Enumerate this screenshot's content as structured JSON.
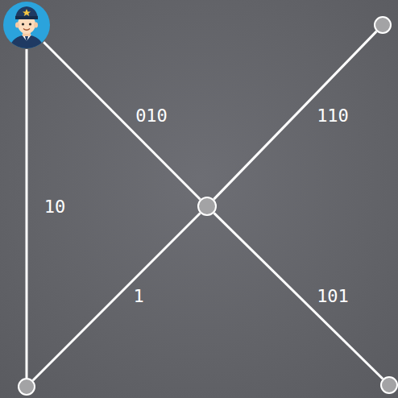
{
  "diagram": {
    "nodes": [
      {
        "text": []
      },
      {
        "text": []
      },
      {
        "text": []
      },
      {
        "text": []
      },
      {
        "text": []
      }
    ],
    "edges": [
      {
        "from": 0,
        "to": 3,
        "label": "10",
        "arrow": "none"
      },
      {
        "from": 0,
        "to": 2,
        "label": "010",
        "arrow": "none"
      },
      {
        "from": 2,
        "to": 1,
        "label": "110",
        "arrow": "none"
      },
      {
        "from": 3,
        "to": 2,
        "label": "1",
        "arrow": "none"
      },
      {
        "from": 2,
        "to": 4,
        "label": "101",
        "arrow": "none"
      }
    ]
  }
}
